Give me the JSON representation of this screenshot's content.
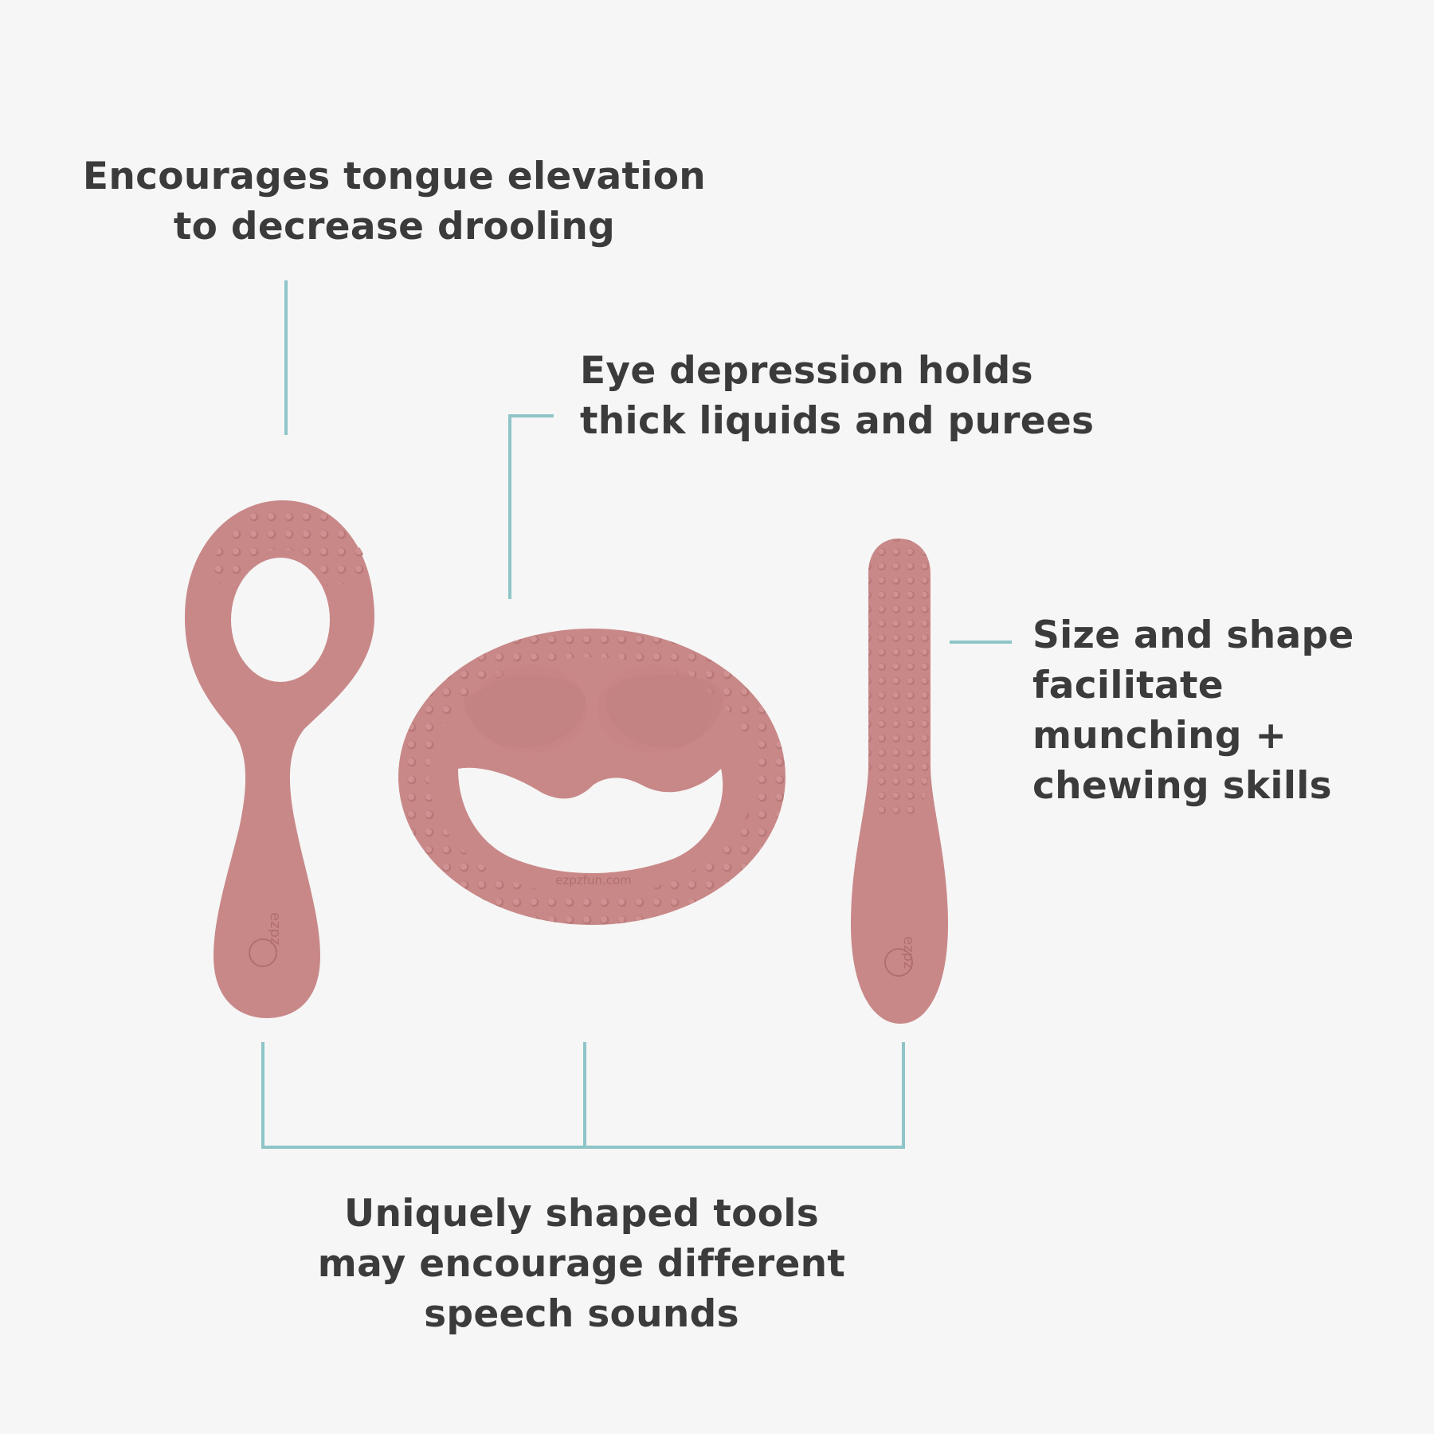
{
  "background_color": "#f6f6f6",
  "accent_line_color": "#8ec5c8",
  "product_color": "#c98888",
  "product_shadow_color": "#b57474",
  "text_color": "#3b3b3b",
  "callouts": {
    "tongue_elevation": {
      "line1": "Encourages tongue elevation",
      "line2": "to decrease drooling"
    },
    "eye_depression": {
      "line1": "Eye depression holds",
      "line2": "thick liquids and purees"
    },
    "size_shape": {
      "line1": "Size and shape",
      "line2": "facilitate",
      "line3": "munching +",
      "line4": "chewing skills"
    },
    "unique_tools": {
      "line1": "Uniquely shaped tools",
      "line2": "may encourage different",
      "line3": "speech sounds"
    }
  },
  "products": {
    "loop_tool_logo": "ezpz",
    "oval_tool_text": "ezpzfun.com",
    "stick_tool_logo": "ezpz"
  }
}
